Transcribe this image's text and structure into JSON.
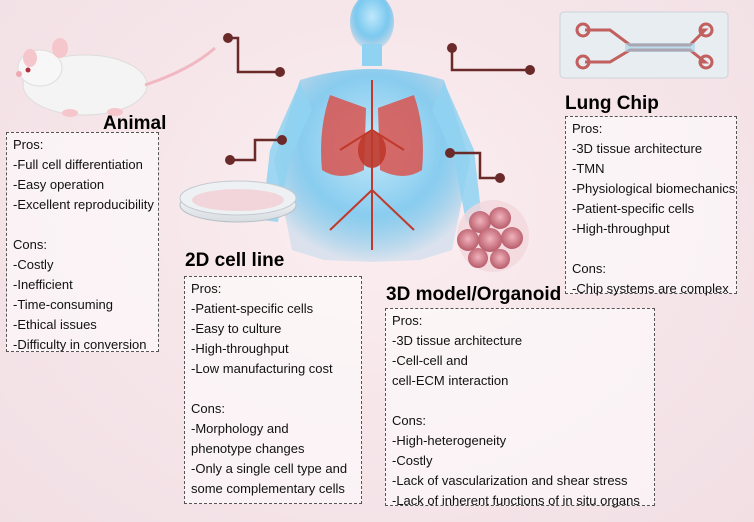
{
  "models": {
    "animal": {
      "title": "Animal",
      "pros_label": "Pros:",
      "pros": [
        "-Full cell differentiation",
        "-Easy operation",
        "-Excellent reproducibility"
      ],
      "cons_label": "Cons:",
      "cons": [
        "-Costly",
        "-Inefficient",
        "-Time-consuming",
        "-Ethical issues",
        "-Difficulty in conversion"
      ]
    },
    "cell_line_2d": {
      "title": "2D cell line",
      "pros_label": "Pros:",
      "pros": [
        "-Patient-specific cells",
        "-Easy to culture",
        "-High-throughput",
        "-Low manufacturing cost"
      ],
      "cons_label": "Cons:",
      "cons": [
        "-Morphology and",
        "phenotype changes",
        "-Only a single cell type and",
        "some complementary cells"
      ]
    },
    "organoid_3d": {
      "title": "3D model/Organoid",
      "pros_label": "Pros:",
      "pros": [
        "-3D tissue architecture",
        "-Cell-cell and",
        "cell-ECM interaction"
      ],
      "cons_label": "Cons:",
      "cons": [
        "-High-heterogeneity",
        "-Costly",
        "-Lack of vascularization and shear stress",
        "-Lack of inherent functions of in situ organs"
      ]
    },
    "lung_chip": {
      "title": "Lung Chip",
      "pros_label": "Pros:",
      "pros": [
        "-3D tissue architecture",
        "-TMN",
        "-Physiological biomechanics",
        "-Patient-specific cells",
        "-High-throughput"
      ],
      "cons_label": "Cons:",
      "cons": [
        "-Chip systems are complex"
      ]
    }
  },
  "colors": {
    "connector": "#6b2a2a",
    "body_glow": "#4fb6e8",
    "lung": "#d9534f"
  }
}
